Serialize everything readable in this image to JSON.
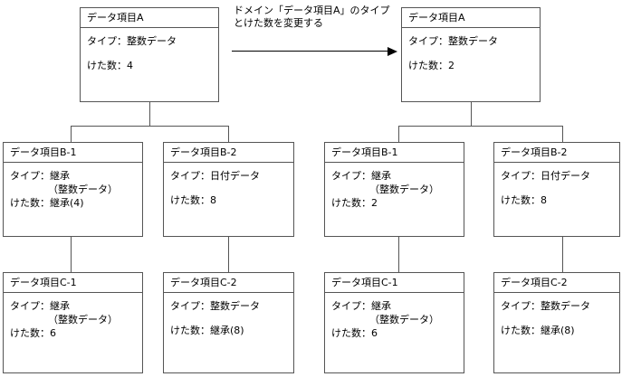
{
  "diagram": {
    "arrow": {
      "caption": "ドメイン「データ項目A」のタイプとけた数を変更する",
      "icon": "right-arrow-icon"
    },
    "labels": {
      "type_key": "タイプ",
      "digits_key": "けた数",
      "inherit": "継承",
      "separator": "："
    },
    "before": {
      "root": {
        "title": "データ項目A",
        "type_line": "タイプ：整数データ",
        "type_cont": "",
        "digits_line": "けた数：4"
      },
      "children": [
        {
          "title": "データ項目B-1",
          "type_line": "タイプ：継承",
          "type_cont": "（整数データ）",
          "digits_line": "けた数：継承(4)"
        },
        {
          "title": "データ項目B-2",
          "type_line": "タイプ：日付データ",
          "type_cont": "",
          "digits_line": "けた数：8"
        }
      ],
      "grandchildren": [
        {
          "title": "データ項目C-1",
          "type_line": "タイプ：継承",
          "type_cont": "（整数データ）",
          "digits_line": "けた数：6"
        },
        {
          "title": "データ項目C-2",
          "type_line": "タイプ：整数データ",
          "type_cont": "",
          "digits_line": "けた数：継承(8)"
        }
      ]
    },
    "after": {
      "root": {
        "title": "データ項目A",
        "type_line": "タイプ：整数データ",
        "type_cont": "",
        "digits_line": "けた数：2"
      },
      "children": [
        {
          "title": "データ項目B-1",
          "type_line": "タイプ：継承",
          "type_cont": "（整数データ）",
          "digits_line": "けた数：2"
        },
        {
          "title": "データ項目B-2",
          "type_line": "タイプ：日付データ",
          "type_cont": "",
          "digits_line": "けた数：8"
        }
      ],
      "grandchildren": [
        {
          "title": "データ項目C-1",
          "type_line": "タイプ：継承",
          "type_cont": "（整数データ）",
          "digits_line": "けた数：6"
        },
        {
          "title": "データ項目C-2",
          "type_line": "タイプ：整数データ",
          "type_cont": "",
          "digits_line": "けた数：継承(8)"
        }
      ]
    },
    "colors": {
      "box_border": "#555555",
      "line": "#555555",
      "arrow": "#000000",
      "background": "#ffffff",
      "text": "#000000"
    }
  }
}
